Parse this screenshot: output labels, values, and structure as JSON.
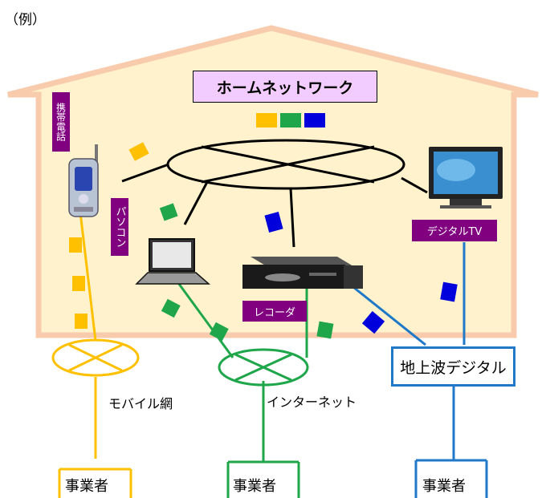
{
  "example_label": "（例）",
  "title": "ホームネットワーク",
  "device_labels": {
    "mobile": "携帯電話",
    "pc": "パソコン",
    "tv": "デジタルTV",
    "recorder": "レコーダ"
  },
  "network_labels": {
    "mobile": "モバイル網",
    "internet": "インターネット",
    "terrestrial": "地上波デジタル"
  },
  "operators": [
    "事業者",
    "事業者",
    "事業者"
  ],
  "colors": {
    "house_fill": "#fff2cc",
    "house_border": "#f8cbad",
    "mobile_line": "#ffc000",
    "internet_line": "#1fa64a",
    "broadcast_line": "#1f78c8",
    "title_bg": "#f2ccff",
    "label_bg": "#800080"
  }
}
